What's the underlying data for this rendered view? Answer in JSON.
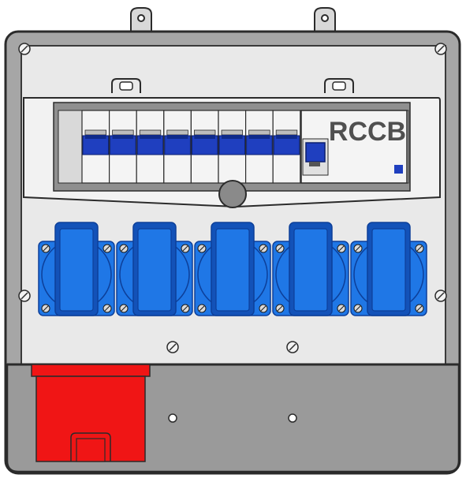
{
  "device": {
    "label": "RCCB",
    "breaker_count": 8,
    "socket_count": 5,
    "colors": {
      "enclosure": "#a6a6a6",
      "enclosure_outline": "#2b2b2b",
      "panel": "#e9e9e9",
      "din_rail": "#8f8f8f",
      "breaker_body": "#f4f4f4",
      "breaker_toggle": "#1f3fbf",
      "socket_blue": "#1f77e6",
      "socket_dark": "#1352b8",
      "socket_edge": "#0d3f99",
      "socket_red": "#f01515",
      "lower_box": "#9a9a9a",
      "indicator": "#1f3fbf"
    }
  }
}
